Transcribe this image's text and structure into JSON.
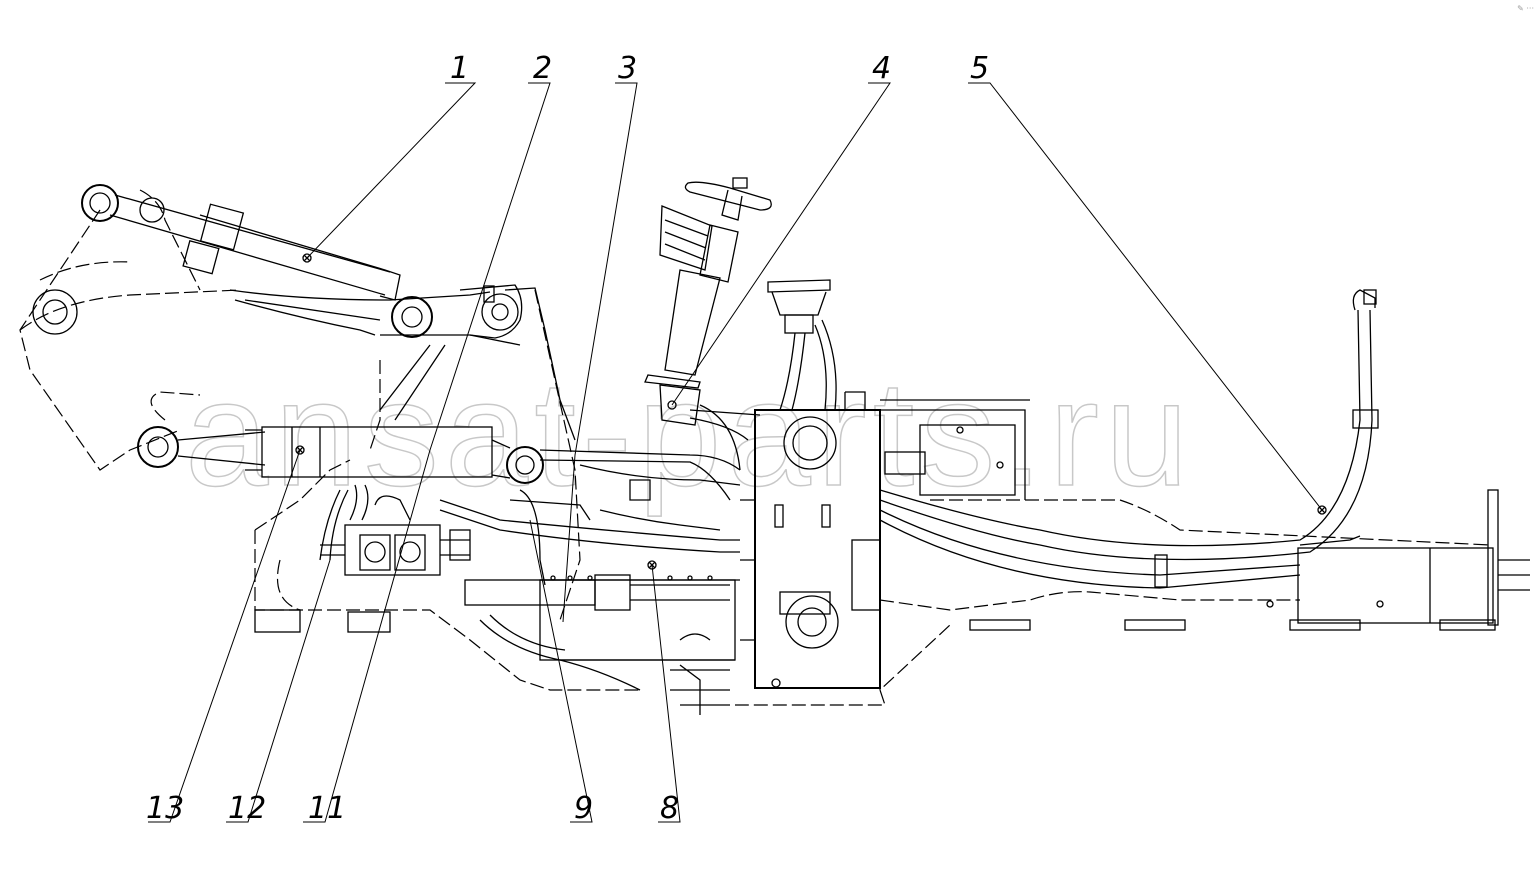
{
  "watermark": "ansat-parts.ru",
  "callouts": {
    "c1": "1",
    "c2": "2",
    "c3": "3",
    "c4": "4",
    "c5": "5",
    "c13": "13",
    "c12": "12",
    "c11": "11",
    "c9": "9",
    "c8": "8"
  }
}
